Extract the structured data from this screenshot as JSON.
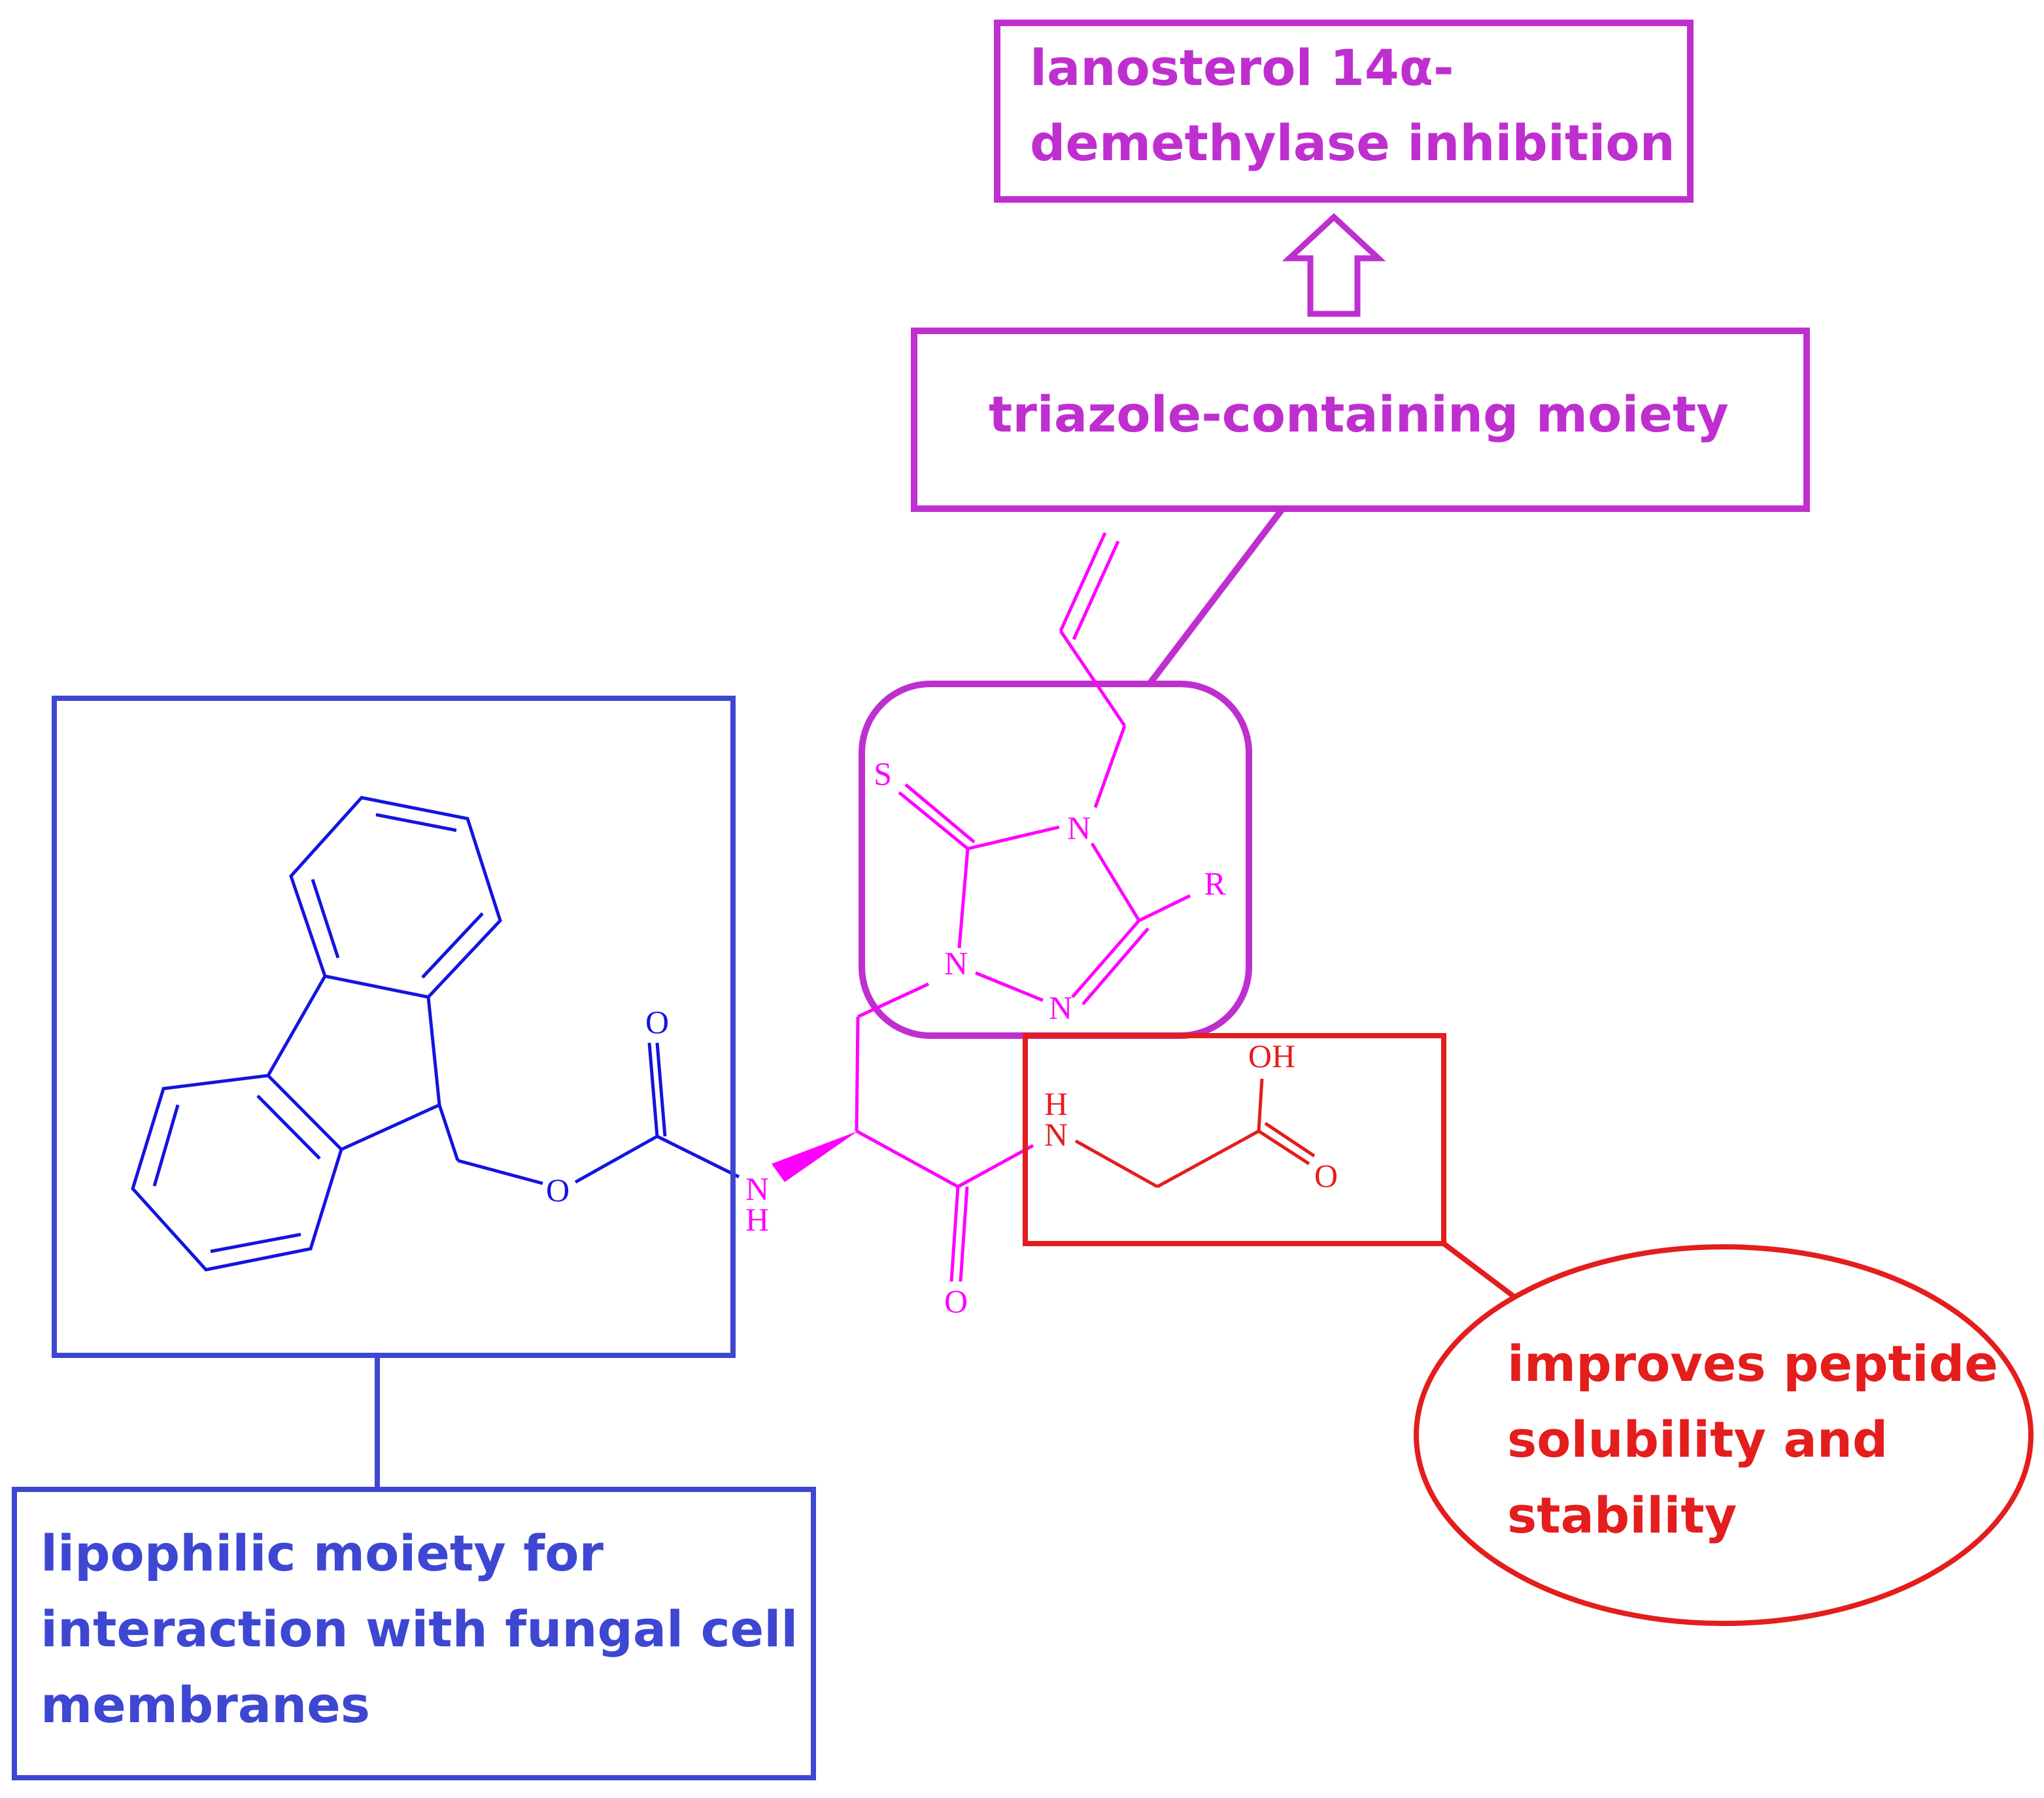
{
  "colors": {
    "blue": "#1414e0",
    "blue_box": "#3d47d2",
    "magenta": "#ff00ff",
    "purple": "#bf2fcf",
    "red": "#e41d1d"
  },
  "labels": {
    "lanosterol": [
      "lanosterol 14α-",
      "demethylase inhibition"
    ],
    "triazole": "triazole-containing moiety",
    "lipophilic": [
      "lipophilic moiety for",
      "interaction with fungal cell",
      "membranes"
    ],
    "solubility": [
      "improves peptide",
      "solubility and",
      "stability"
    ]
  },
  "atoms": {
    "o_carbonyl": "O",
    "o_ester": "O",
    "n_amide": "N",
    "h_amide": "H",
    "o_amide": "O",
    "h_gly": "H",
    "n_gly": "N",
    "oh": "OH",
    "o_acid": "O",
    "s": "S",
    "n4": "N",
    "n1": "N",
    "n2": "N",
    "r": "R"
  }
}
